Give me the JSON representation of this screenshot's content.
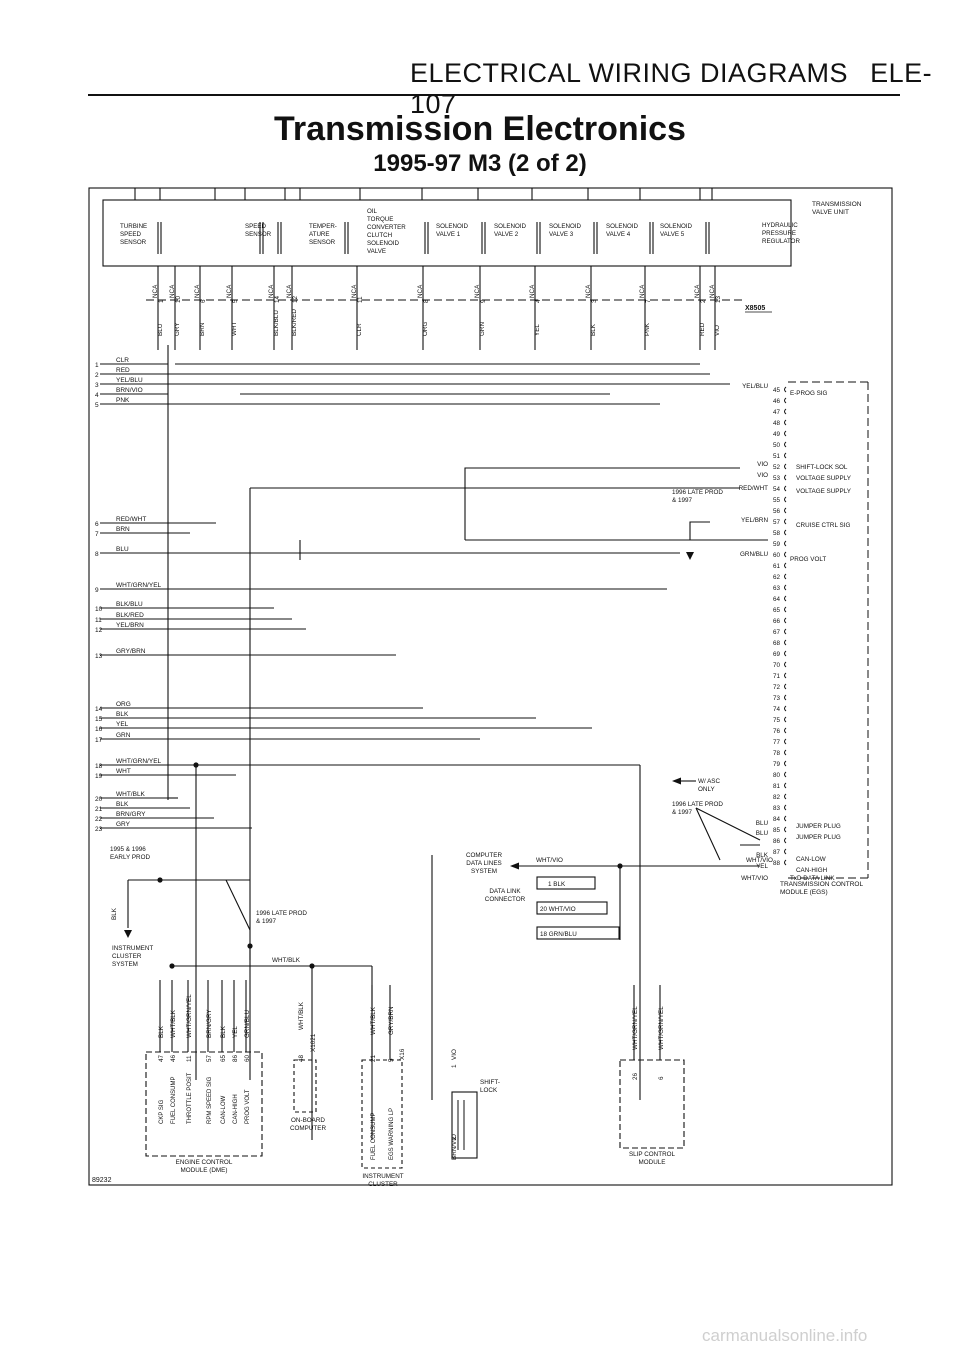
{
  "header": {
    "section": "ELECTRICAL WIRING DIAGRAMS",
    "page": "ELE-107"
  },
  "title": "Transmission Electronics",
  "subtitle": "1995-97 M3 (2 of 2)",
  "figure_number": "89232",
  "watermark": "carmanualsonline.info",
  "valve_unit": {
    "label_line1": "TRANSMISSION",
    "label_line2": "VALVE UNIT",
    "connector": "X8505",
    "components": [
      {
        "lines": [
          "TURBINE",
          "SPEED",
          "SENSOR"
        ]
      },
      {
        "lines": [
          "SPEED",
          "SENSOR"
        ]
      },
      {
        "lines": [
          "TEMPER-",
          "ATURE",
          "SENSOR"
        ]
      },
      {
        "lines": [
          "OIL",
          "TORQUE",
          "CONVERTER",
          "CLUTCH",
          "SOLENOID",
          "VALVE"
        ]
      },
      {
        "lines": [
          "SOLENOID",
          "VALVE 1"
        ]
      },
      {
        "lines": [
          "SOLENOID",
          "VALVE 2"
        ]
      },
      {
        "lines": [
          "SOLENOID",
          "VALVE 3"
        ]
      },
      {
        "lines": [
          "SOLENOID",
          "VALVE 4"
        ]
      },
      {
        "lines": [
          "SOLENOID",
          "VALVE 5"
        ]
      },
      {
        "lines": [
          "HYDRAULIC",
          "PRESSURE",
          "REGULATOR"
        ]
      }
    ],
    "nca_label": "NCA",
    "pins": [
      {
        "pin": "1",
        "wire": "BLU"
      },
      {
        "pin": "10",
        "wire": "GRY"
      },
      {
        "pin": "6",
        "wire": "BRN"
      },
      {
        "pin": "5",
        "wire": "WHT"
      },
      {
        "pin": "14",
        "wire": "BLK/BLU"
      },
      {
        "pin": "12",
        "wire": "BLK/RED"
      },
      {
        "pin": "11",
        "wire": "CLR"
      },
      {
        "pin": "8",
        "wire": "ORG"
      },
      {
        "pin": "9",
        "wire": "GRN"
      },
      {
        "pin": "4",
        "wire": "YEL"
      },
      {
        "pin": "3",
        "wire": "BLK"
      },
      {
        "pin": "7",
        "wire": "PNK"
      },
      {
        "pin": "2",
        "wire": "RED"
      },
      {
        "pin": "13",
        "wire": "VIO"
      }
    ]
  },
  "left_wires": [
    {
      "num": "1",
      "color": "CLR"
    },
    {
      "num": "2",
      "color": "RED"
    },
    {
      "num": "3",
      "color": "YEL/BLU"
    },
    {
      "num": "4",
      "color": "BRN/VIO"
    },
    {
      "num": "5",
      "color": "PNK"
    },
    {
      "num": "6",
      "color": "RED/WHT"
    },
    {
      "num": "7",
      "color": "BRN"
    },
    {
      "num": "8",
      "color": "BLU"
    },
    {
      "num": "9",
      "color": "WHT/GRN/YEL"
    },
    {
      "num": "10",
      "color": "BLK/BLU"
    },
    {
      "num": "11",
      "color": "BLK/RED"
    },
    {
      "num": "12",
      "color": "YEL/BRN"
    },
    {
      "num": "13",
      "color": "GRY/BRN"
    },
    {
      "num": "14",
      "color": "ORG"
    },
    {
      "num": "15",
      "color": "BLK"
    },
    {
      "num": "16",
      "color": "YEL"
    },
    {
      "num": "17",
      "color": "GRN"
    },
    {
      "num": "18",
      "color": "WHT/GRN/YEL"
    },
    {
      "num": "19",
      "color": "WHT"
    },
    {
      "num": "20",
      "color": "WHT/BLK"
    },
    {
      "num": "21",
      "color": "BLK"
    },
    {
      "num": "22",
      "color": "BRN/GRY"
    },
    {
      "num": "23",
      "color": "GRY"
    }
  ],
  "tcm": {
    "name_line1": "TRANSMISSION CONTROL",
    "name_line2": "MODULE (EGS)",
    "pins": [
      "45",
      "46",
      "47",
      "48",
      "49",
      "50",
      "51",
      "52",
      "53",
      "54",
      "55",
      "56",
      "57",
      "58",
      "59",
      "60",
      "61",
      "62",
      "63",
      "64",
      "65",
      "66",
      "67",
      "68",
      "69",
      "70",
      "71",
      "72",
      "73",
      "74",
      "75",
      "76",
      "77",
      "78",
      "79",
      "80",
      "81",
      "82",
      "83",
      "84",
      "85",
      "86",
      "87",
      "88"
    ],
    "functions": [
      {
        "text": "E-PROG SIG"
      },
      {
        "text": "SHIFT-LOCK SOL"
      },
      {
        "text": "VOLTAGE SUPPLY"
      },
      {
        "text": "VOLTAGE SUPPLY"
      },
      {
        "text": "CRUISE CTRL SIG"
      },
      {
        "text": "PROG VOLT"
      },
      {
        "text": "JUMPER PLUG"
      },
      {
        "text": "JUMPER PLUG"
      },
      {
        "text": "CAN-LOW"
      },
      {
        "text": "CAN-HIGH"
      },
      {
        "text": "TxD DATA LINK"
      }
    ],
    "wire_labels": [
      {
        "text": "YEL/BLU"
      },
      {
        "text": "VIO"
      },
      {
        "text": "VIO"
      },
      {
        "text": "RED/WHT"
      },
      {
        "text": "YEL/BRN"
      },
      {
        "text": "GRN/BLU"
      },
      {
        "text": "BLU"
      },
      {
        "text": "BLU"
      },
      {
        "text": "BLK"
      },
      {
        "text": "YEL"
      },
      {
        "text": "WHT/VIO"
      }
    ]
  },
  "notes": {
    "late_prod_a": [
      "1996 LATE PROD",
      "& 1997"
    ],
    "late_prod_b": [
      "1996 LATE PROD",
      "& 1997"
    ],
    "late_prod_c": [
      "1996 LATE PROD",
      "& 1997"
    ],
    "asc_only": [
      "W/ ASC",
      "ONLY"
    ],
    "early_prod": [
      "1995 & 1996",
      "EARLY PROD"
    ]
  },
  "modules": {
    "computer_data_lines": [
      "COMPUTER",
      "DATA LINES",
      "SYSTEM"
    ],
    "data_link_connector": [
      "DATA LINK",
      "CONNECTOR"
    ],
    "dlc_pins": [
      "1  BLK",
      "20  WHT/VIO",
      "18  GRN/BLU"
    ],
    "wht_vio": "WHT/VIO",
    "wht_blk": "WHT/BLK",
    "instrument_cluster_system": [
      "INSTRUMENT",
      "CLUSTER",
      "SYSTEM"
    ],
    "engine_control": [
      "ENGINE CONTROL",
      "MODULE (DME)"
    ],
    "dme_pins": [
      {
        "pin": "47",
        "wire": "BLK",
        "func": "CKP SIG"
      },
      {
        "pin": "46",
        "wire": "WHT/BLK",
        "func": "FUEL CONSUMP"
      },
      {
        "pin": "11",
        "wire": "WHT/GRN/YEL",
        "func": "THROTTLE POSIT"
      },
      {
        "pin": "57",
        "wire": "BRN/GRY",
        "func": "RPM SPEED SIG"
      },
      {
        "pin": "65",
        "wire": "BLK",
        "func": "CAN-LOW"
      },
      {
        "pin": "86",
        "wire": "YEL",
        "func": "CAN-HIGH"
      },
      {
        "pin": "60",
        "wire": "GRN/BLU",
        "func": "PROG VOLT"
      }
    ],
    "on_board_computer": [
      "ON-BOARD",
      "COMPUTER"
    ],
    "obc_pin": {
      "pin": "48",
      "wire": "WHT/BLK",
      "conn": "X1021"
    },
    "instrument_cluster": [
      "INSTRUMENT",
      "CLUSTER"
    ],
    "ic_pins": [
      {
        "pin": "21",
        "wire": "WHT/BLK",
        "func": "FUEL CONSUMP"
      },
      {
        "pin": "5",
        "wire": "GRY/BRN",
        "func": "EGS WARNING LP",
        "conn": "X16"
      }
    ],
    "shift_lock": [
      "SHIFT-",
      "LOCK"
    ],
    "shift_lock_pins": [
      {
        "pin": "1",
        "wire": "VIO"
      },
      {
        "pin": "2",
        "wire": "BRN/VIO"
      }
    ],
    "slip_control": [
      "SLIP CONTROL",
      "MODULE"
    ],
    "asc_pins": [
      {
        "pin": "26",
        "wire": "WHT/GRN/YEL"
      },
      {
        "pin": "6",
        "wire": "WHT/GRN/YEL"
      }
    ]
  }
}
